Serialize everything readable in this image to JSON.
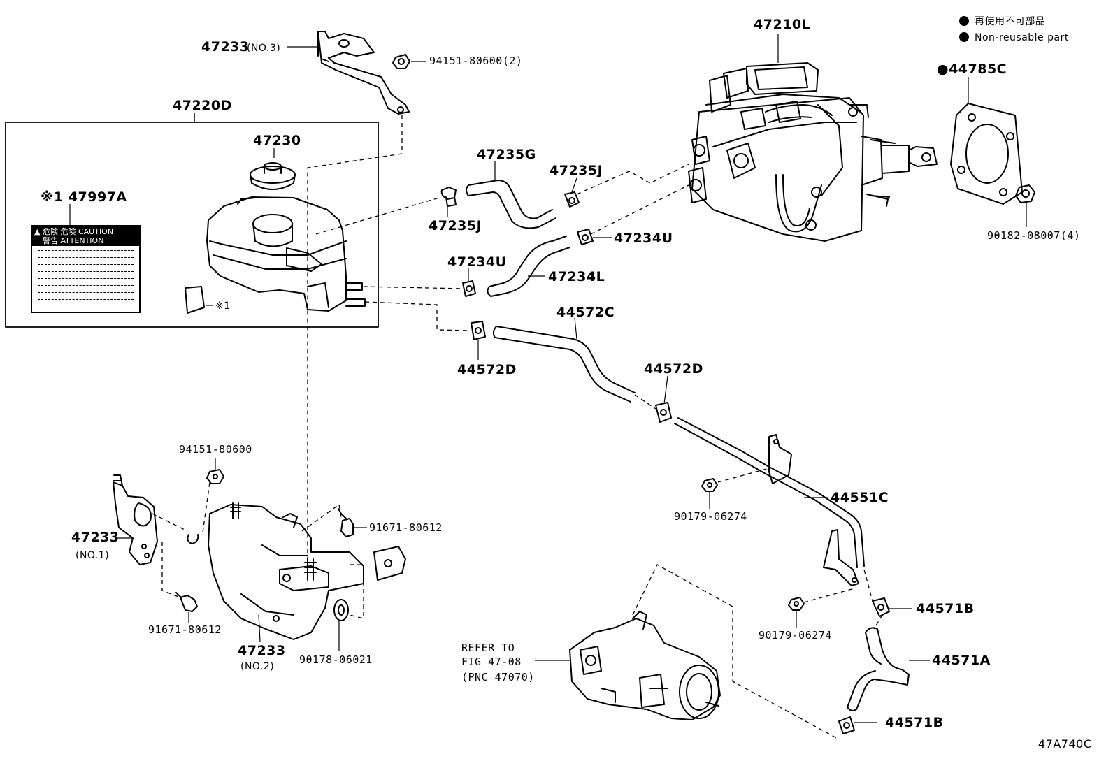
{
  "legend": {
    "jp": "再使用不可部品",
    "en": "Non-reusable part"
  },
  "diagram_code": "47A740C",
  "group_label": "47220D",
  "caution": {
    "line1": "危険 危険 CAUTION",
    "line2": "警告     ATTENTION",
    "note_marker": "※1"
  },
  "parts": {
    "p47210L": "47210L",
    "p44785C": "●44785C",
    "p90182": "90182-08007(4)",
    "p47233_no3": "47233",
    "p47233_no3_sub": "(NO.3)",
    "p94151_2": "94151-80600(2)",
    "p47230": "47230",
    "p47997A": "※1 47997A",
    "p47235G": "47235G",
    "p47235J_a": "47235J",
    "p47235J_b": "47235J",
    "p47234U_a": "47234U",
    "p47234U_b": "47234U",
    "p47234L": "47234L",
    "p44572C": "44572C",
    "p44572D_a": "44572D",
    "p44572D_b": "44572D",
    "p94151": "94151-80600",
    "p91671_a": "91671-80612",
    "p91671_b": "91671-80612",
    "p47233_no1": "47233",
    "p47233_no1_sub": "(NO.1)",
    "p47233_no2": "47233",
    "p47233_no2_sub": "(NO.2)",
    "p90178": "90178-06021",
    "p90179_a": "90179-06274",
    "p90179_b": "90179-06274",
    "p44551C": "44551C",
    "p44571B_a": "44571B",
    "p44571B_b": "44571B",
    "p44571A": "44571A",
    "refer_1": "REFER TO",
    "refer_2": "FIG 47-08",
    "refer_3": "(PNC 47070)"
  },
  "icons": [
    "bullet-dot-icon",
    "warning-triangle-icon"
  ]
}
